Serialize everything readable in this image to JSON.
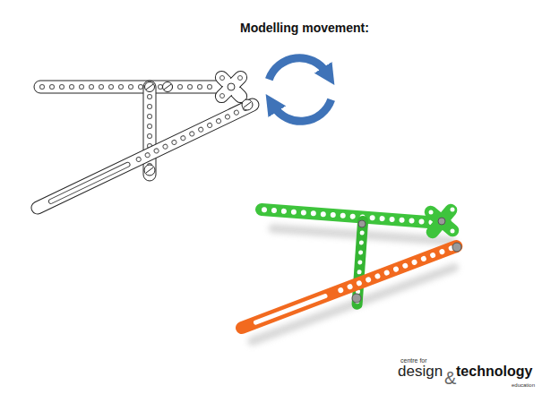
{
  "diagram": {
    "title": "Modelling movement:",
    "labels": [
      "centre for",
      "design",
      "&",
      "technology",
      "education"
    ]
  }
}
